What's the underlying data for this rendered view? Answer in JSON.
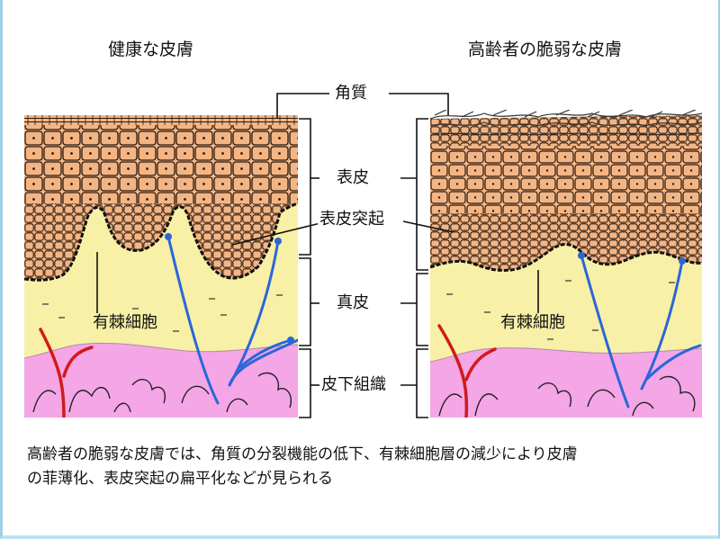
{
  "titles": {
    "healthy": "健康な皮膚",
    "aged": "高齢者の脆弱な皮膚"
  },
  "labels": {
    "stratum_corneum": "角質",
    "epidermis": "表皮",
    "rete_ridges": "表皮突起",
    "dermis": "真皮",
    "subcutaneous": "皮下組織",
    "prickle_cells": "有棘細胞"
  },
  "caption": {
    "line1": "高齢者の脆弱な皮膚では、角質の分裂機能の低下、有棘細胞層の減少により皮膚",
    "line2": "の菲薄化、表皮突起の扁平化などが見られる"
  },
  "colors": {
    "cell_fill": "#f4b584",
    "cell_line": "#2a1a10",
    "dermis": "#f7f0a6",
    "subcutaneous": "#f4a6e6",
    "artery": "#d21a1a",
    "vein": "#2b66d9",
    "frame": "#9fd0e6"
  }
}
